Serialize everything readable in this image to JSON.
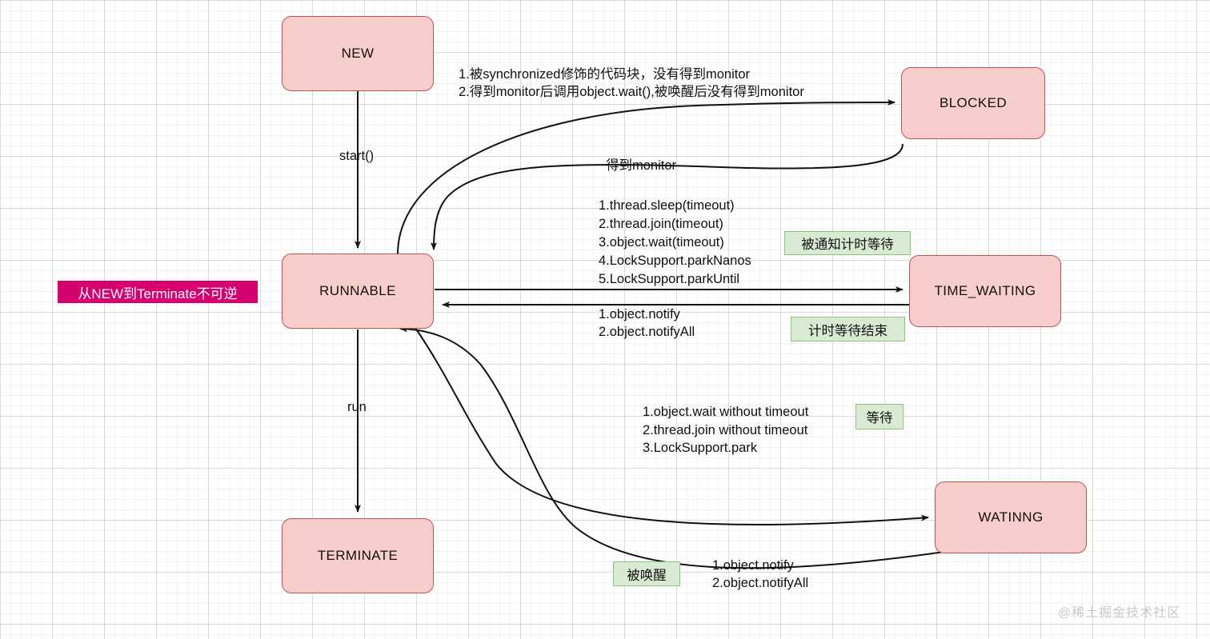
{
  "diagram": {
    "title_watermark": "@稀土掘金技术社区",
    "nodes": [
      {
        "id": "new",
        "label": "NEW"
      },
      {
        "id": "blocked",
        "label": "BLOCKED"
      },
      {
        "id": "runnable",
        "label": "RUNNABLE"
      },
      {
        "id": "time_waiting",
        "label": "TIME_WAITING"
      },
      {
        "id": "waiting",
        "label": "WATINNG"
      },
      {
        "id": "terminate",
        "label": "TERMINATE"
      }
    ],
    "edge_labels": {
      "start": "start()",
      "run": "run",
      "to_blocked_line1": "1.被synchronized修饰的代码块，没有得到monitor",
      "to_blocked_line2": "2.得到monitor后调用object.wait(),被唤醒后没有得到monitor",
      "get_monitor": "得到monitor",
      "to_time_waiting_1": "1.thread.sleep(timeout)",
      "to_time_waiting_2": "2.thread.join(timeout)",
      "to_time_waiting_3": "3.object.wait(timeout)",
      "to_time_waiting_4": "4.LockSupport.parkNanos",
      "to_time_waiting_5": "5.LockSupport.parkUntil",
      "from_time_waiting_1": "1.object.notify",
      "from_time_waiting_2": "2.object.notifyAll",
      "to_waiting_1": "1.object.wait without timeout",
      "to_waiting_2": "2.thread.join without timeout",
      "to_waiting_3": "3.LockSupport.park",
      "from_waiting_1": "1.object.notify",
      "from_waiting_2": "2.object.notifyAll"
    },
    "notes": {
      "irreversible": "从NEW到Terminate不可逆",
      "notified_timed_wait": "被通知计时等待",
      "timed_wait_end": "计时等待结束",
      "waiting": "等待",
      "awakened": "被唤醒"
    },
    "colors": {
      "node_fill": "#f8cecc",
      "node_border": "#b85450",
      "note_green_fill": "#d9ead3",
      "note_green_border": "#93c47d",
      "note_magenta_fill": "#d6006e",
      "edge_stroke": "#111111"
    }
  }
}
